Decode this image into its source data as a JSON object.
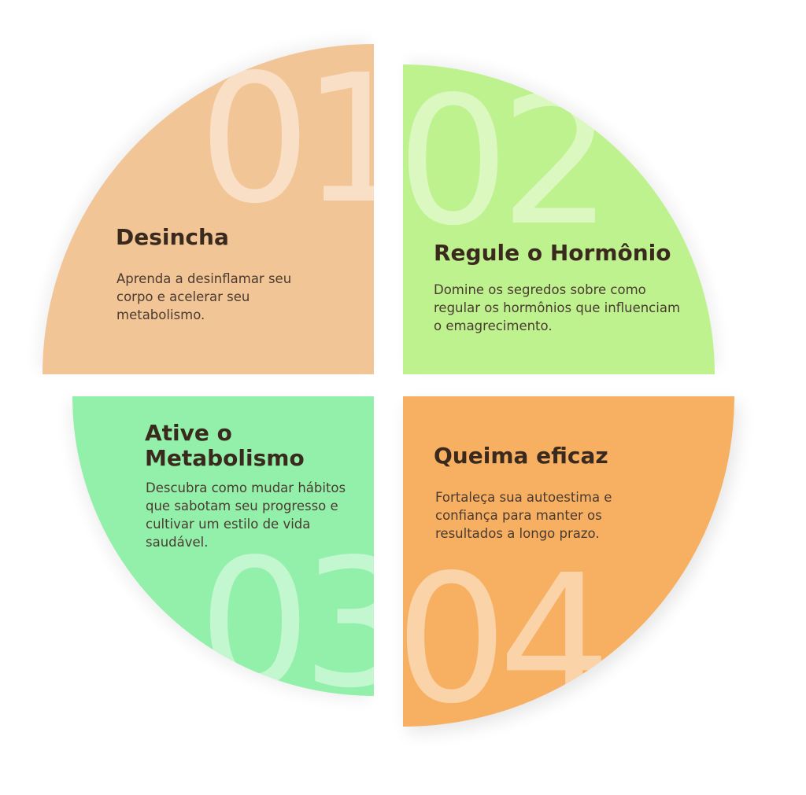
{
  "colors": {
    "q1": "#f2c596",
    "q2": "#bef28f",
    "q3": "#93f0aa",
    "q4": "#f7b062",
    "number_overlay": "rgba(255,255,255,0.45)",
    "title": "#3a2a1e",
    "text": "#4a3a30"
  },
  "sections": [
    {
      "number": "01",
      "title": "Desincha",
      "description": "Aprenda a desinflamar seu corpo e acelerar seu metabolismo."
    },
    {
      "number": "02",
      "title": "Regule o Hormônio",
      "description": "Domine os segredos sobre como regular os hormônios que influenciam o emagrecimento."
    },
    {
      "number": "03",
      "title_line1": "Ative o",
      "title_line2": "Metabolismo",
      "description": "Descubra como mudar hábitos que sabotam seu progresso e cultivar um estilo de vida saudável."
    },
    {
      "number": "04",
      "title": "Queima eficaz",
      "description": "Fortaleça sua autoestima e confiança para manter os resultados a longo prazo."
    }
  ]
}
